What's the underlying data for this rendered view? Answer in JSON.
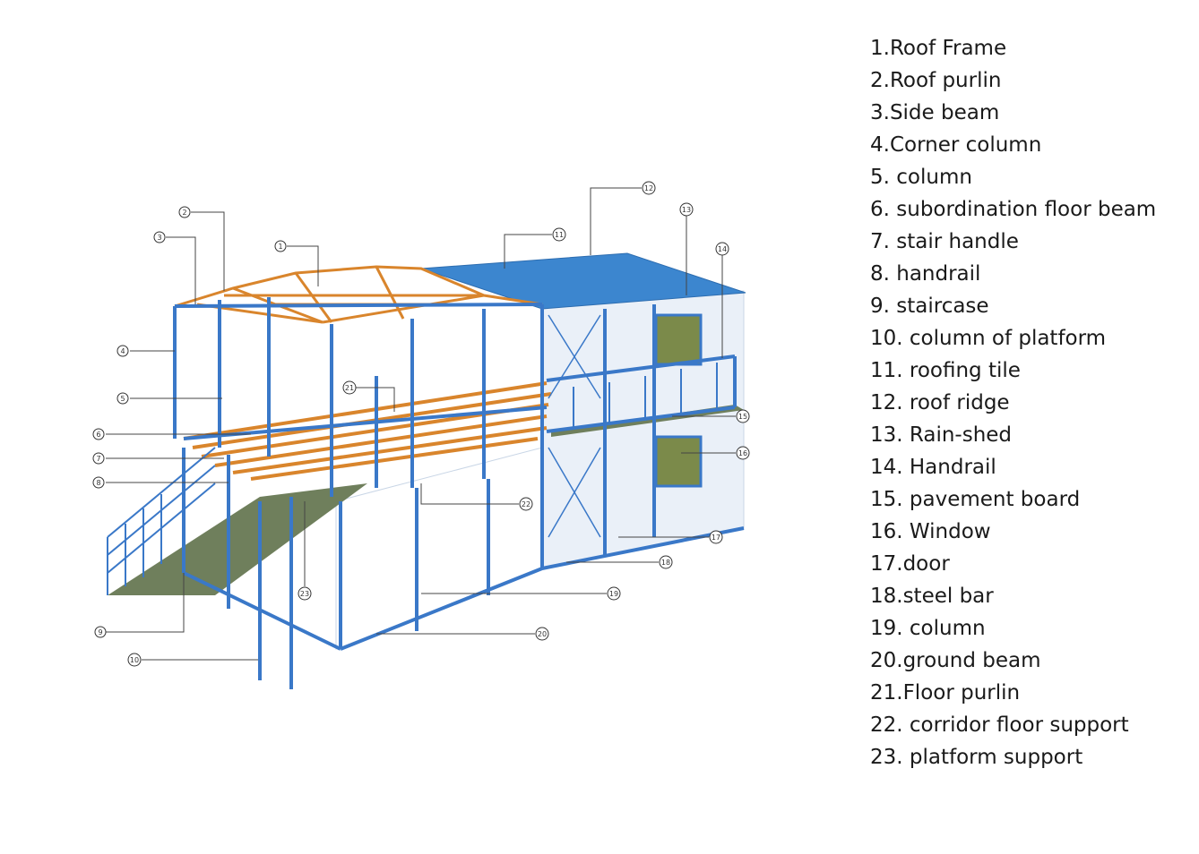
{
  "legend": [
    "1.Roof Frame",
    " 2.Roof purlin",
    "3.Side beam",
    "4.Corner column",
    "5. column",
    "6. subordination floor beam",
    "7. stair handle",
    "8. handrail",
    "9. staircase",
    "10. column of platform",
    "11. roofing tile",
    "12. roof ridge",
    "13. Rain-shed",
    "14. Handrail",
    "15. pavement board",
    "16. Window",
    "17.door",
    "18.steel bar",
    "19. column",
    " 20.ground beam",
    "21.Floor purlin",
    "22. corridor floor support",
    "23. platform support"
  ],
  "callouts": [
    "1",
    "2",
    "3",
    "4",
    "5",
    "6",
    "7",
    "8",
    "9",
    "10",
    "11",
    "12",
    "13",
    "14",
    "15",
    "16",
    "17",
    "18",
    "19",
    "20",
    "21",
    "22",
    "23"
  ],
  "colors": {
    "frame": "#3a78c8",
    "roof_frame": "#d9852c",
    "roof_tile": "#3c86cf",
    "wall": "#e6eef8",
    "platform": "#6f7f5c",
    "window": "#7b8a4a",
    "leader": "#444444"
  }
}
